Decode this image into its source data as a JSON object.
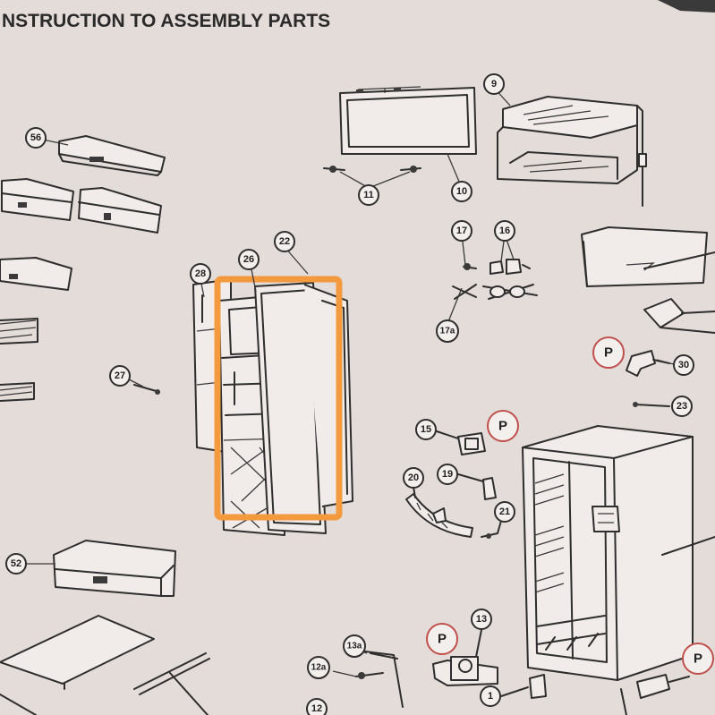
{
  "title": "NSTRUCTION TO ASSEMBLY PARTS",
  "colors": {
    "background": "#e4dcd9",
    "line": "#2e2e2e",
    "highlight": "#f39a3e",
    "p_marker": "#c0504d"
  },
  "parts": {
    "p9": "9",
    "p10": "10",
    "p11": "11",
    "p56": "56",
    "p17": "17",
    "p16": "16",
    "p17a": "17a",
    "p22": "22",
    "p26": "26",
    "p28": "28",
    "p27": "27",
    "p30": "30",
    "p23": "23",
    "p15": "15",
    "p19": "19",
    "p20": "20",
    "p21": "21",
    "p52": "52",
    "p13": "13",
    "p13a": "13a",
    "p12a": "12a",
    "p1": "1",
    "p12": "12"
  },
  "markers": {
    "p": "P"
  },
  "highlight": {
    "label": "door-gasket-highlight"
  }
}
